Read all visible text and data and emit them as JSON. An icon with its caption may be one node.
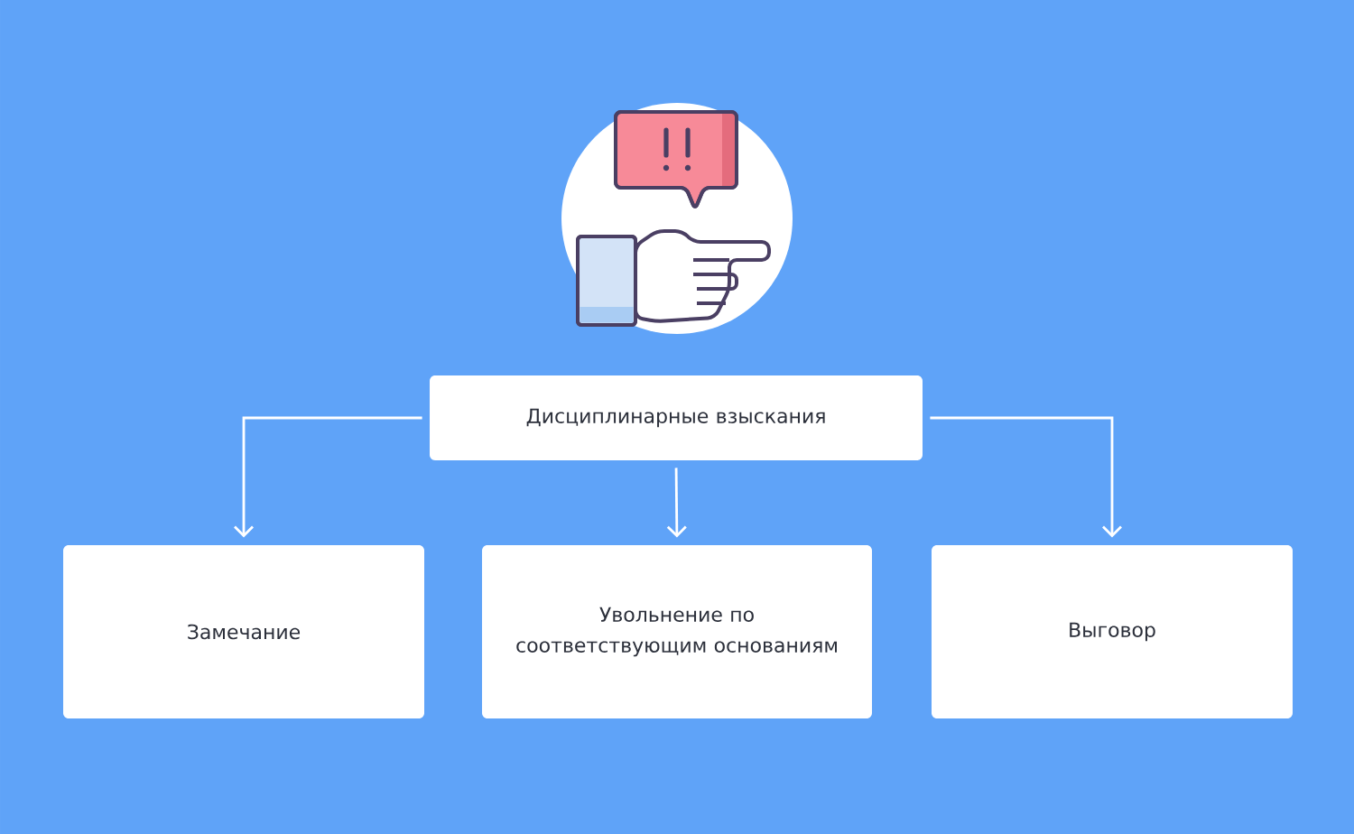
{
  "diagram": {
    "nodes": [
      {
        "text": [
          "Дисциплинарные взыскания"
        ]
      },
      {
        "text": [
          "Замечание"
        ]
      },
      {
        "text": [
          "Увольнение по соответствующим основаниям"
        ]
      },
      {
        "text": [
          "Выговор"
        ]
      }
    ],
    "edges": [
      {
        "from": 0,
        "to": 1,
        "arrow": "to"
      },
      {
        "from": 0,
        "to": 2,
        "arrow": "to"
      },
      {
        "from": 0,
        "to": 3,
        "arrow": "to"
      }
    ]
  }
}
